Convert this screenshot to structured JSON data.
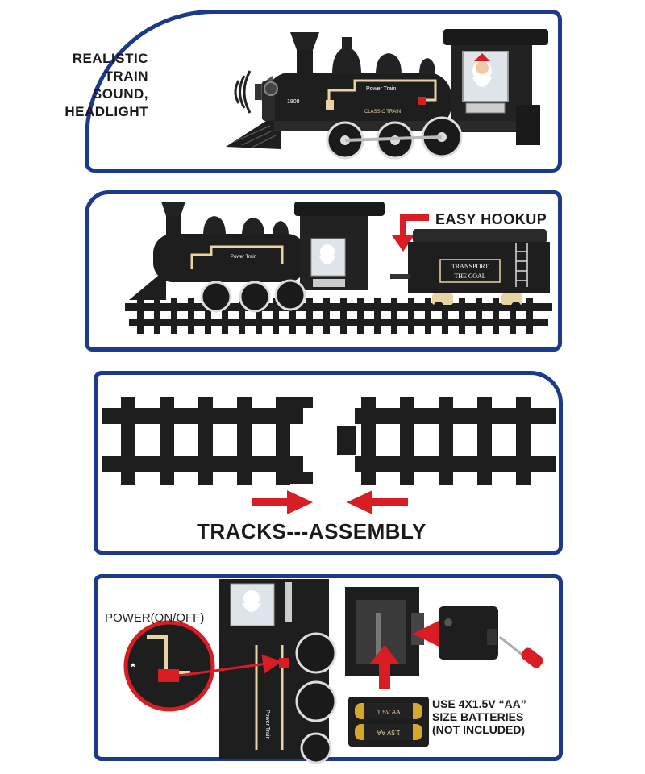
{
  "panel_sound": {
    "label_lines": [
      "REALISTIC",
      "TRAIN",
      "SOUND,",
      "HEADLIGHT"
    ],
    "loco_badge": "Power Train",
    "loco_number": "1808",
    "loco_stripe": "CLASSIC TRAIN"
  },
  "panel_hookup": {
    "label": "EASY HOOKUP",
    "tender_plate_lines": [
      "TRANSPORT",
      "THE COAL"
    ],
    "loco_badge": "Power Train"
  },
  "panel_tracks": {
    "label": "TRACKS---ASSEMBLY"
  },
  "panel_power": {
    "switch_label": "POWER(ON/OFF)",
    "battery_note_lines": [
      "USE 4X1.5V “AA”",
      "SIZE BATTERIES",
      "(NOT INCLUDED)"
    ],
    "battery_print": "1.5V AA",
    "loco_badge": "Power Train"
  },
  "colors": {
    "frame_blue": "#1c3a8c",
    "arrow_red": "#d81e24",
    "loco_black": "#1e1e1e",
    "trim_cream": "#e9d3a3"
  }
}
